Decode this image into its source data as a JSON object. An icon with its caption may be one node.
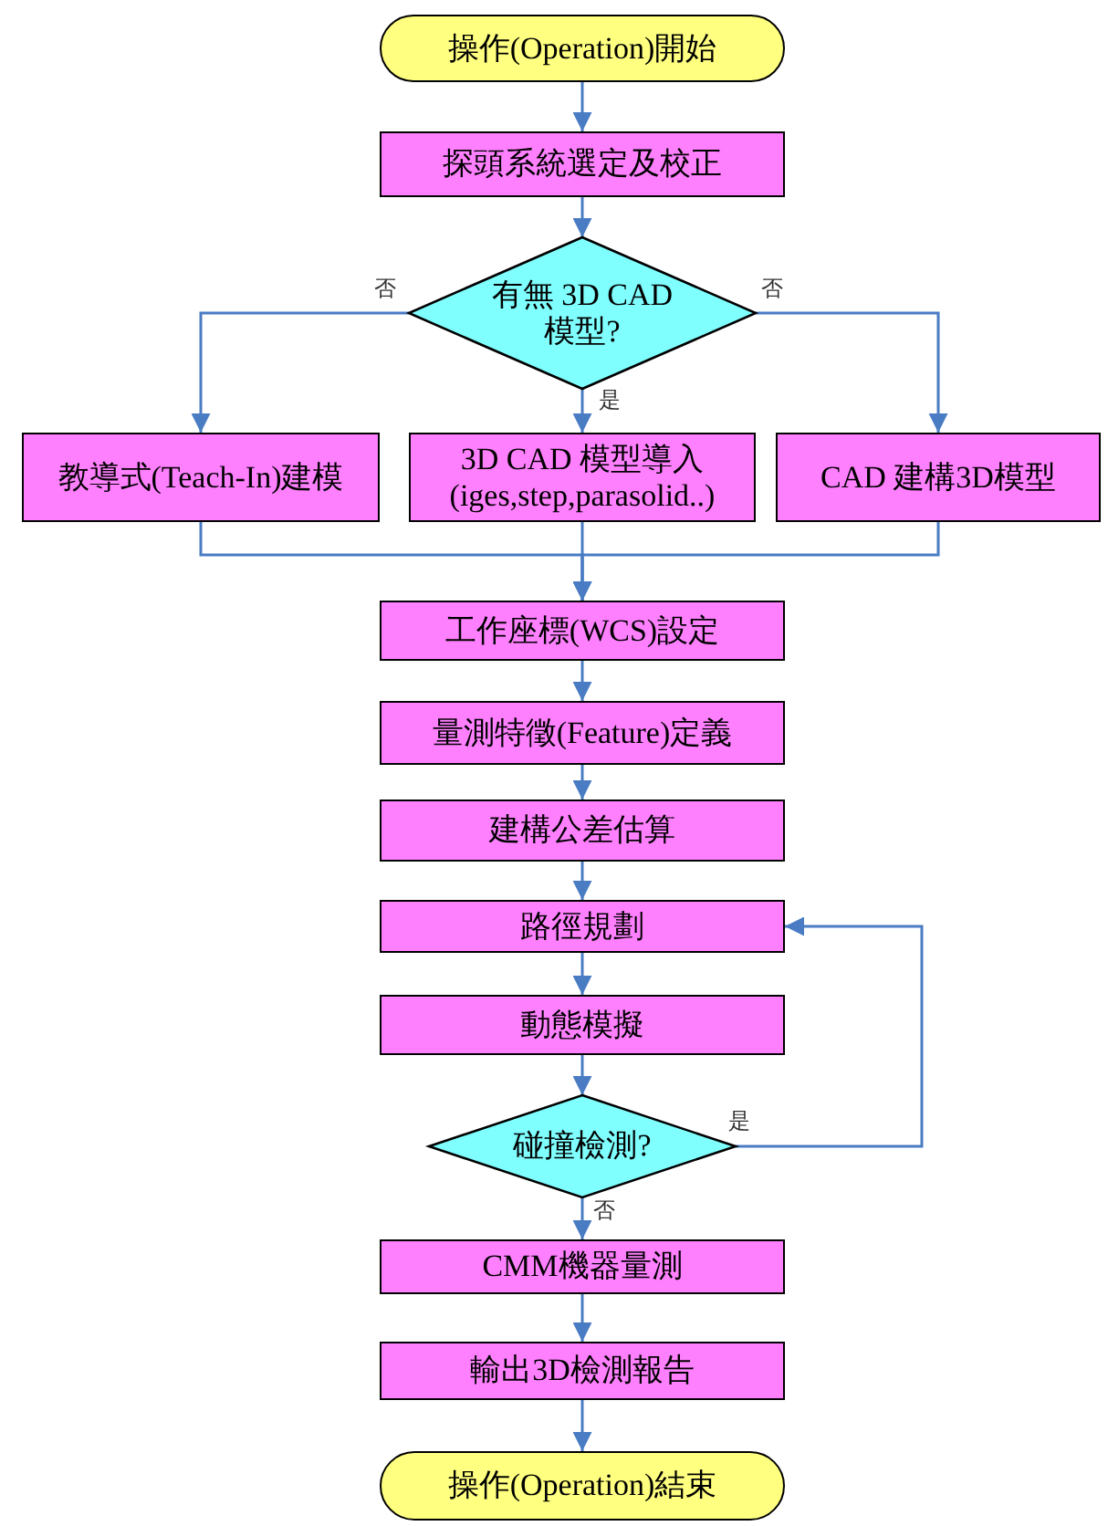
{
  "diagram": {
    "nodes": [
      {
        "text": [
          "操作(Operation)開始"
        ]
      },
      {
        "text": [
          "探頭系統選定及校正"
        ]
      },
      {
        "text": [
          "有無 3D CAD模型?"
        ]
      },
      {
        "text": [
          "教導式(Teach-In)建模"
        ]
      },
      {
        "text": [
          "3D CAD 模型導入 (iges,step,parasolid..)"
        ]
      },
      {
        "text": [
          "CAD 建構3D模型"
        ]
      },
      {
        "text": [
          "工作座標(WCS)設定"
        ]
      },
      {
        "text": [
          "量測特徵(Feature)定義"
        ]
      },
      {
        "text": [
          "建構公差估算"
        ]
      },
      {
        "text": [
          "路徑規劃"
        ]
      },
      {
        "text": [
          "動態模擬"
        ]
      },
      {
        "text": [
          "碰撞檢測?"
        ]
      },
      {
        "text": [
          "CMM機器量測"
        ]
      },
      {
        "text": [
          "輸出3D檢測報告"
        ]
      },
      {
        "text": [
          "操作(Operation)結束"
        ]
      }
    ],
    "edges": [
      {
        "from": 0,
        "to": 1,
        "arrow": "to"
      },
      {
        "from": 1,
        "to": 2,
        "arrow": "to"
      },
      {
        "from": 2,
        "to": 3,
        "arrow": "to",
        "label": "否"
      },
      {
        "from": 2,
        "to": 4,
        "arrow": "to",
        "label": "是"
      },
      {
        "from": 2,
        "to": 5,
        "arrow": "to",
        "label": "否"
      },
      {
        "from": 3,
        "to": 6,
        "arrow": "to"
      },
      {
        "from": 4,
        "to": 6,
        "arrow": "to"
      },
      {
        "from": 5,
        "to": 6,
        "arrow": "to"
      },
      {
        "from": 6,
        "to": 7,
        "arrow": "to"
      },
      {
        "from": 7,
        "to": 8,
        "arrow": "to"
      },
      {
        "from": 8,
        "to": 9,
        "arrow": "to"
      },
      {
        "from": 9,
        "to": 10,
        "arrow": "to"
      },
      {
        "from": 10,
        "to": 11,
        "arrow": "to"
      },
      {
        "from": 11,
        "to": 9,
        "arrow": "to",
        "label": "是"
      },
      {
        "from": 11,
        "to": 12,
        "arrow": "to",
        "label": "否"
      },
      {
        "from": 12,
        "to": 13,
        "arrow": "to"
      },
      {
        "from": 13,
        "to": 14,
        "arrow": "to"
      }
    ]
  }
}
